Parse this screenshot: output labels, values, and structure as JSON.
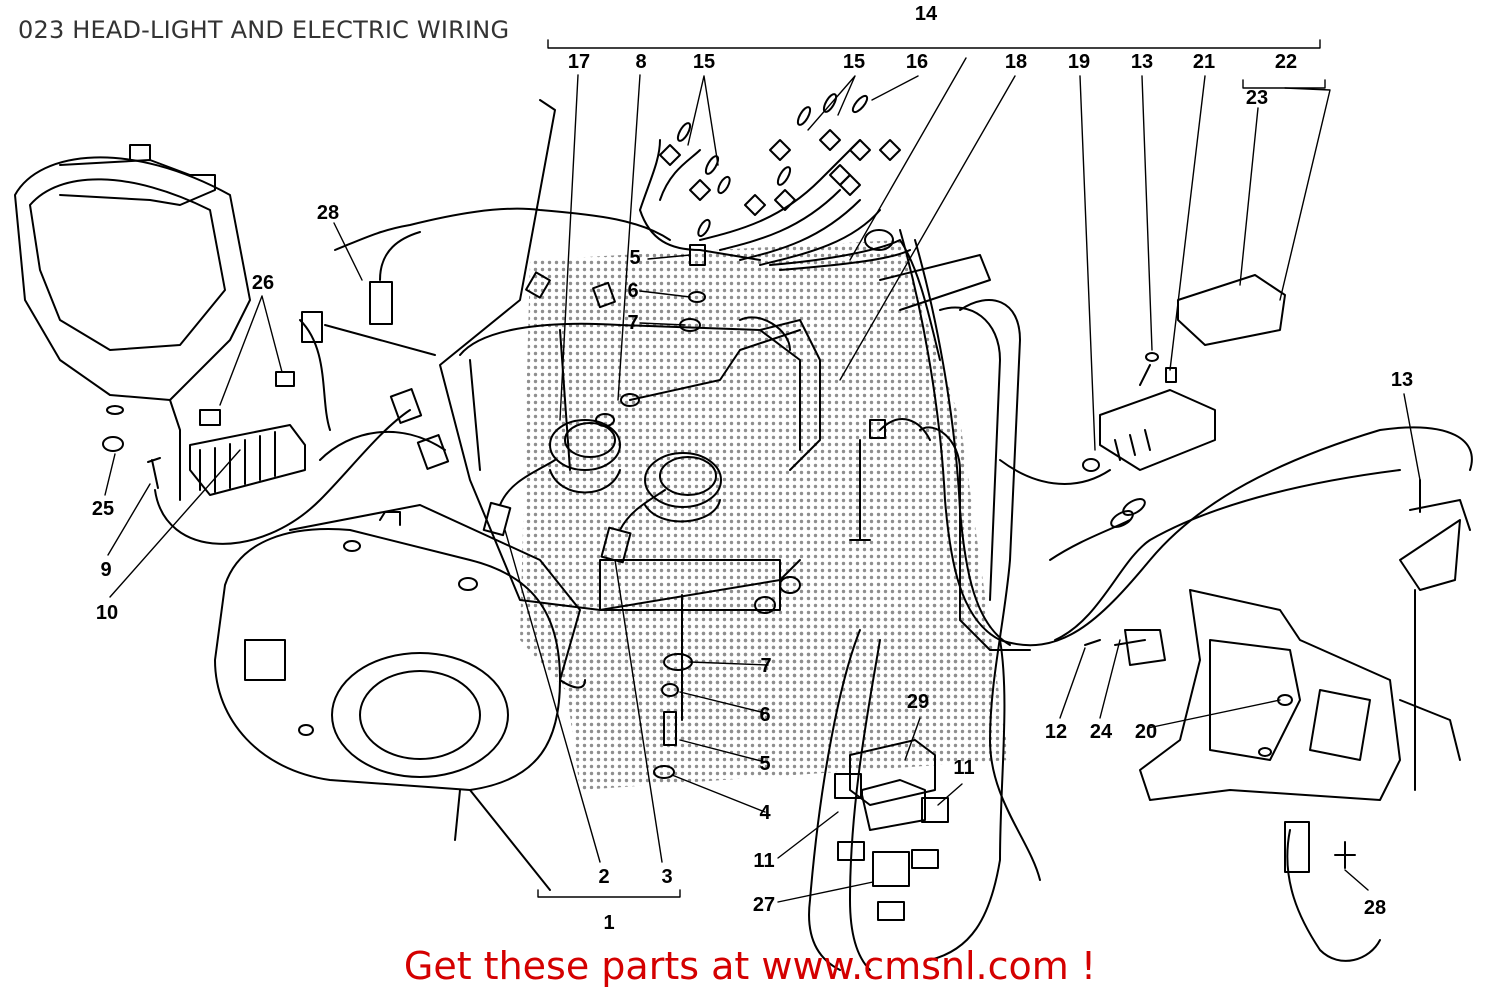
{
  "title": "023 HEAD-LIGHT AND ELECTRIC WIRING",
  "footer": "Get these parts at www.cmsnl.com !",
  "callouts": [
    "14",
    "17",
    "8",
    "15",
    "15",
    "16",
    "18",
    "19",
    "13",
    "21",
    "22",
    "23",
    "28",
    "5",
    "6",
    "7",
    "26",
    "25",
    "9",
    "10",
    "13",
    "12",
    "24",
    "20",
    "29",
    "7",
    "6",
    "5",
    "4",
    "11",
    "11",
    "27",
    "2",
    "3",
    "1",
    "28"
  ]
}
